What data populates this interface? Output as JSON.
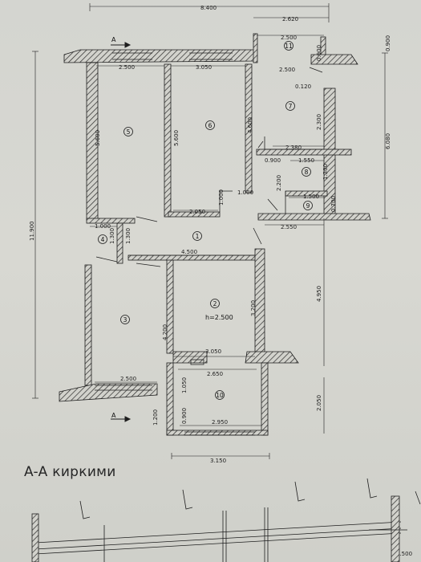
{
  "dimensions": {
    "top_overall": "8.400",
    "top_right": "2.620",
    "wc_width": "2.500",
    "room5_width": "2.500",
    "room6_width": "3.050",
    "room6_lower": "2.050",
    "kitchen_wall": "2.380",
    "kitchen_gap": "2.500",
    "room8_width": "1.550",
    "room9_width": "1.500",
    "room9_bottom": "2.550",
    "wall_thickness": "0.120",
    "right_top": "0.900",
    "right_upper": "6.080",
    "right_lower": "4.950",
    "right_bottom": "2.050",
    "left_overall": "11.900",
    "room5_height": "5.600",
    "room6_height": "5.600",
    "room6_right": "4.600",
    "room7_height": "2.300",
    "room8_height": "1.300",
    "room8_left": "2.200",
    "room9_height": "0.700",
    "room4_width": "1.000",
    "room4_h1": "1.300",
    "room4_h2": "1.300",
    "hall_small": "1.000",
    "step_small": "0.900",
    "door_small": "1.000",
    "corridor_width": "4.500",
    "room3_height": "4.200",
    "room2_height": "3.200",
    "room2_width": "3.050",
    "room3_width": "2.500",
    "loggia_inner": "2.650",
    "loggia_height": "1.050",
    "loggia_offset": "1.200",
    "loggia_wall": "0.900",
    "loggia_width": "2.950",
    "loggia_overall": "3.150",
    "section_height": "2.500"
  },
  "rooms": {
    "r1": "1",
    "r2": "2",
    "r3": "3",
    "r4": "4",
    "r5": "5",
    "r6": "6",
    "r7": "7",
    "r8": "8",
    "r9": "9",
    "r10": "10",
    "r11": "11"
  },
  "labels": {
    "ceiling_height": "h=2.500",
    "section_mark": "A",
    "section_title": "A-A киркими"
  }
}
